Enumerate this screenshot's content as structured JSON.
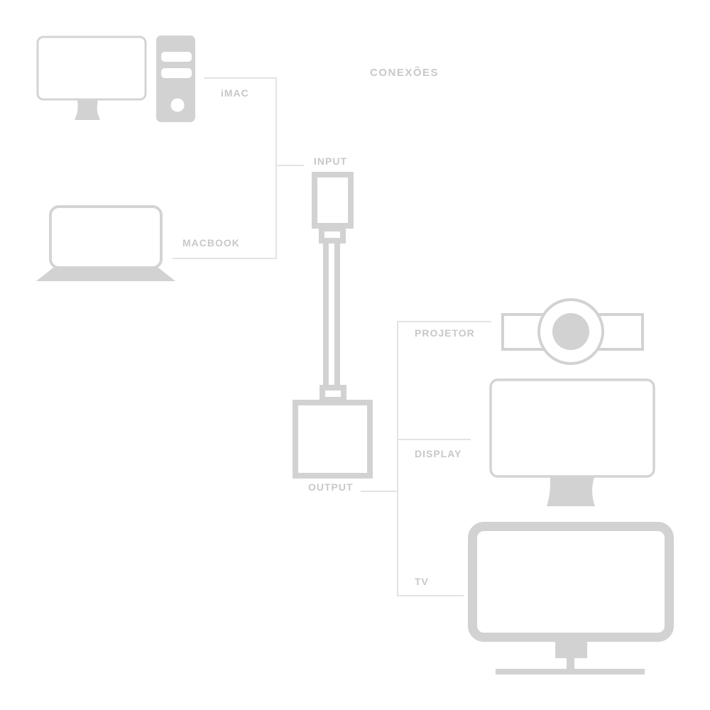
{
  "title": "CONEXÕES",
  "devices": {
    "imac": {
      "label": "iMAC"
    },
    "macbook": {
      "label": "MACBOOK"
    },
    "projetor": {
      "label": "PROJETOR"
    },
    "display": {
      "label": "DISPLAY"
    },
    "tv": {
      "label": "TV"
    }
  },
  "adapter": {
    "input_label": "INPUT",
    "output_label": "OUTPUT"
  },
  "colors": {
    "icon_gray": "#d2d2d2",
    "outline_gray": "#d4d4d4",
    "line_gray": "#e3e3e3",
    "label_gray": "#c8c8c8",
    "background": "#ffffff"
  }
}
